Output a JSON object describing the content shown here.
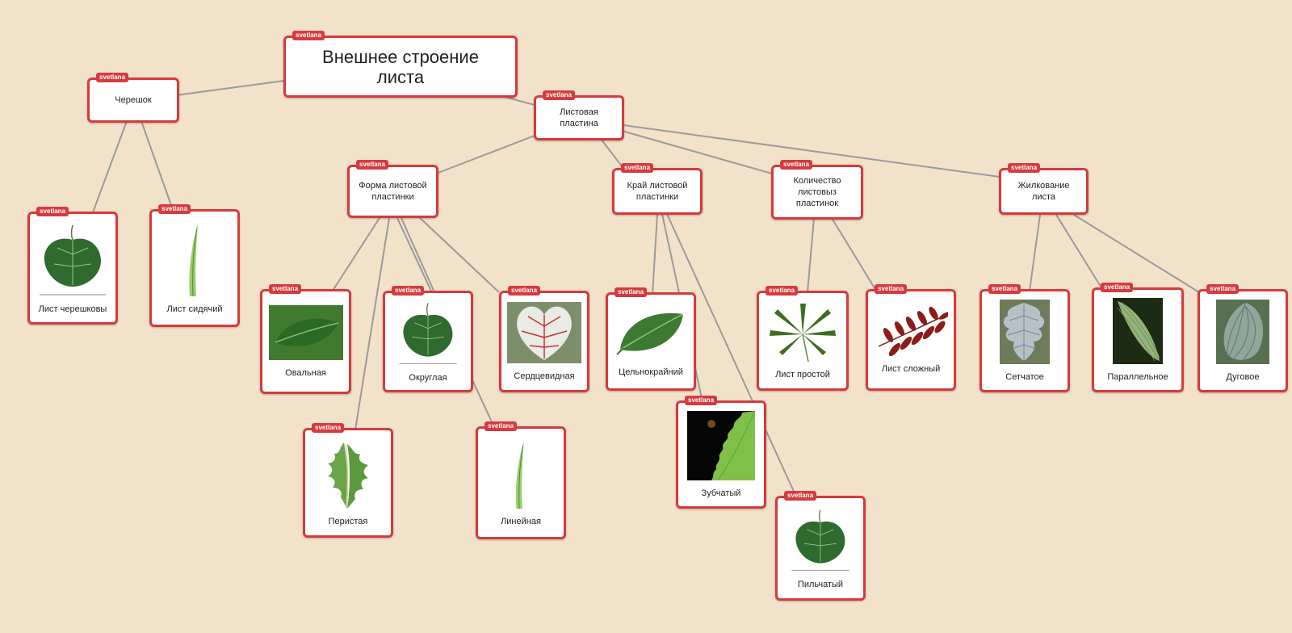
{
  "tag_label": "svetlana",
  "colors": {
    "background": "#f2e2c9",
    "border": "#d63a3e",
    "edge": "#9a9a9a"
  },
  "nodes": {
    "root": {
      "label": "Внешнее строение листа"
    },
    "petiole": {
      "label": "Черешок"
    },
    "blade": {
      "label": "Листовая пластина"
    },
    "petiolate": {
      "label": "Лист черешковы",
      "icon": "round-leaf-icon"
    },
    "sessile": {
      "label": "Лист сидячий",
      "icon": "grass-leaf-icon"
    },
    "shape": {
      "label": "Форма листовой пластинки"
    },
    "edge": {
      "label": "Край листовой пластинки"
    },
    "count": {
      "label": "Количество листовыз пластинок"
    },
    "venation": {
      "label": "Жилкование листа"
    },
    "oval": {
      "label": "Овальная",
      "icon": "oval-leaf-icon"
    },
    "round": {
      "label": "Округлая",
      "icon": "round-leaf-icon"
    },
    "heart": {
      "label": "Сердцевидная",
      "icon": "heart-leaf-icon"
    },
    "pinnate": {
      "label": "Перистая",
      "icon": "dandelion-leaf-icon"
    },
    "linear": {
      "label": "Линейная",
      "icon": "grass-leaf-icon"
    },
    "entire": {
      "label": "Цельнокрайний",
      "icon": "entire-leaf-icon"
    },
    "toothed": {
      "label": "Зубчатый",
      "icon": "toothed-leaf-icon"
    },
    "serrate": {
      "label": "Пильчатый",
      "icon": "round-leaf-icon"
    },
    "simple": {
      "label": "Лист простой",
      "icon": "palmate-leaf-icon"
    },
    "compound": {
      "label": "Лист сложный",
      "icon": "compound-leaf-icon"
    },
    "reticulate": {
      "label": "Сетчатое",
      "icon": "oak-leaf-icon"
    },
    "parallel": {
      "label": "Параллельное",
      "icon": "parallel-leaf-icon"
    },
    "arcuate": {
      "label": "Дуговое",
      "icon": "arcuate-leaf-icon"
    }
  }
}
